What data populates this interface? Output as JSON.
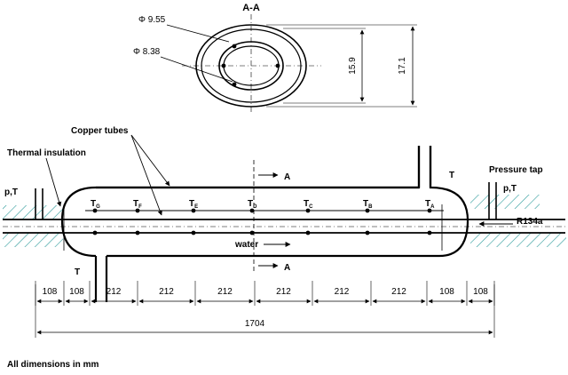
{
  "section": {
    "title": "A-A",
    "outer_diameter_label": "Φ 9.55",
    "inner_diameter_label": "Φ 8.38",
    "height_inner_label": "15.9",
    "height_outer_label": "17.1"
  },
  "labels": {
    "copper_tubes": "Copper tubes",
    "thermal_insulation": "Thermal insulation",
    "pressure_tap": "Pressure tap",
    "p_t_left": "p,T",
    "p_t_right": "p,T",
    "t_top_right": "T",
    "t_bottom_left": "T",
    "section_a_top": "A",
    "section_a_bottom": "A",
    "refrigerant": "R134a",
    "water": "water",
    "footer": "All dimensions in mm"
  },
  "thermocouples": [
    {
      "letter": "T",
      "sub": "G"
    },
    {
      "letter": "T",
      "sub": "F"
    },
    {
      "letter": "T",
      "sub": "E"
    },
    {
      "letter": "T",
      "sub": "D"
    },
    {
      "letter": "T",
      "sub": "C"
    },
    {
      "letter": "T",
      "sub": "B"
    },
    {
      "letter": "T",
      "sub": "A"
    }
  ],
  "dimensions": {
    "segments": [
      "108",
      "108",
      "212",
      "212",
      "212",
      "212",
      "212",
      "212",
      "108",
      "108"
    ],
    "total": "1704"
  }
}
